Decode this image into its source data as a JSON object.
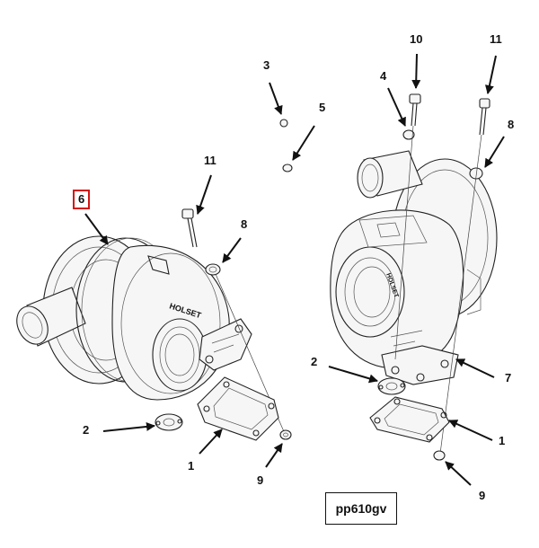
{
  "diagram": {
    "reference_code": "pp610gv",
    "highlight_color": "#d41414",
    "callouts": {
      "left_6": "6",
      "left_11": "11",
      "left_8": "8",
      "left_2": "2",
      "left_1": "1",
      "left_9": "9",
      "top_3": "3",
      "top_5": "5",
      "right_4": "4",
      "right_10": "10",
      "right_11": "11",
      "right_8": "8",
      "right_2": "2",
      "right_7": "7",
      "right_1": "1",
      "right_9": "9"
    },
    "logo_text": "HOLSET"
  }
}
